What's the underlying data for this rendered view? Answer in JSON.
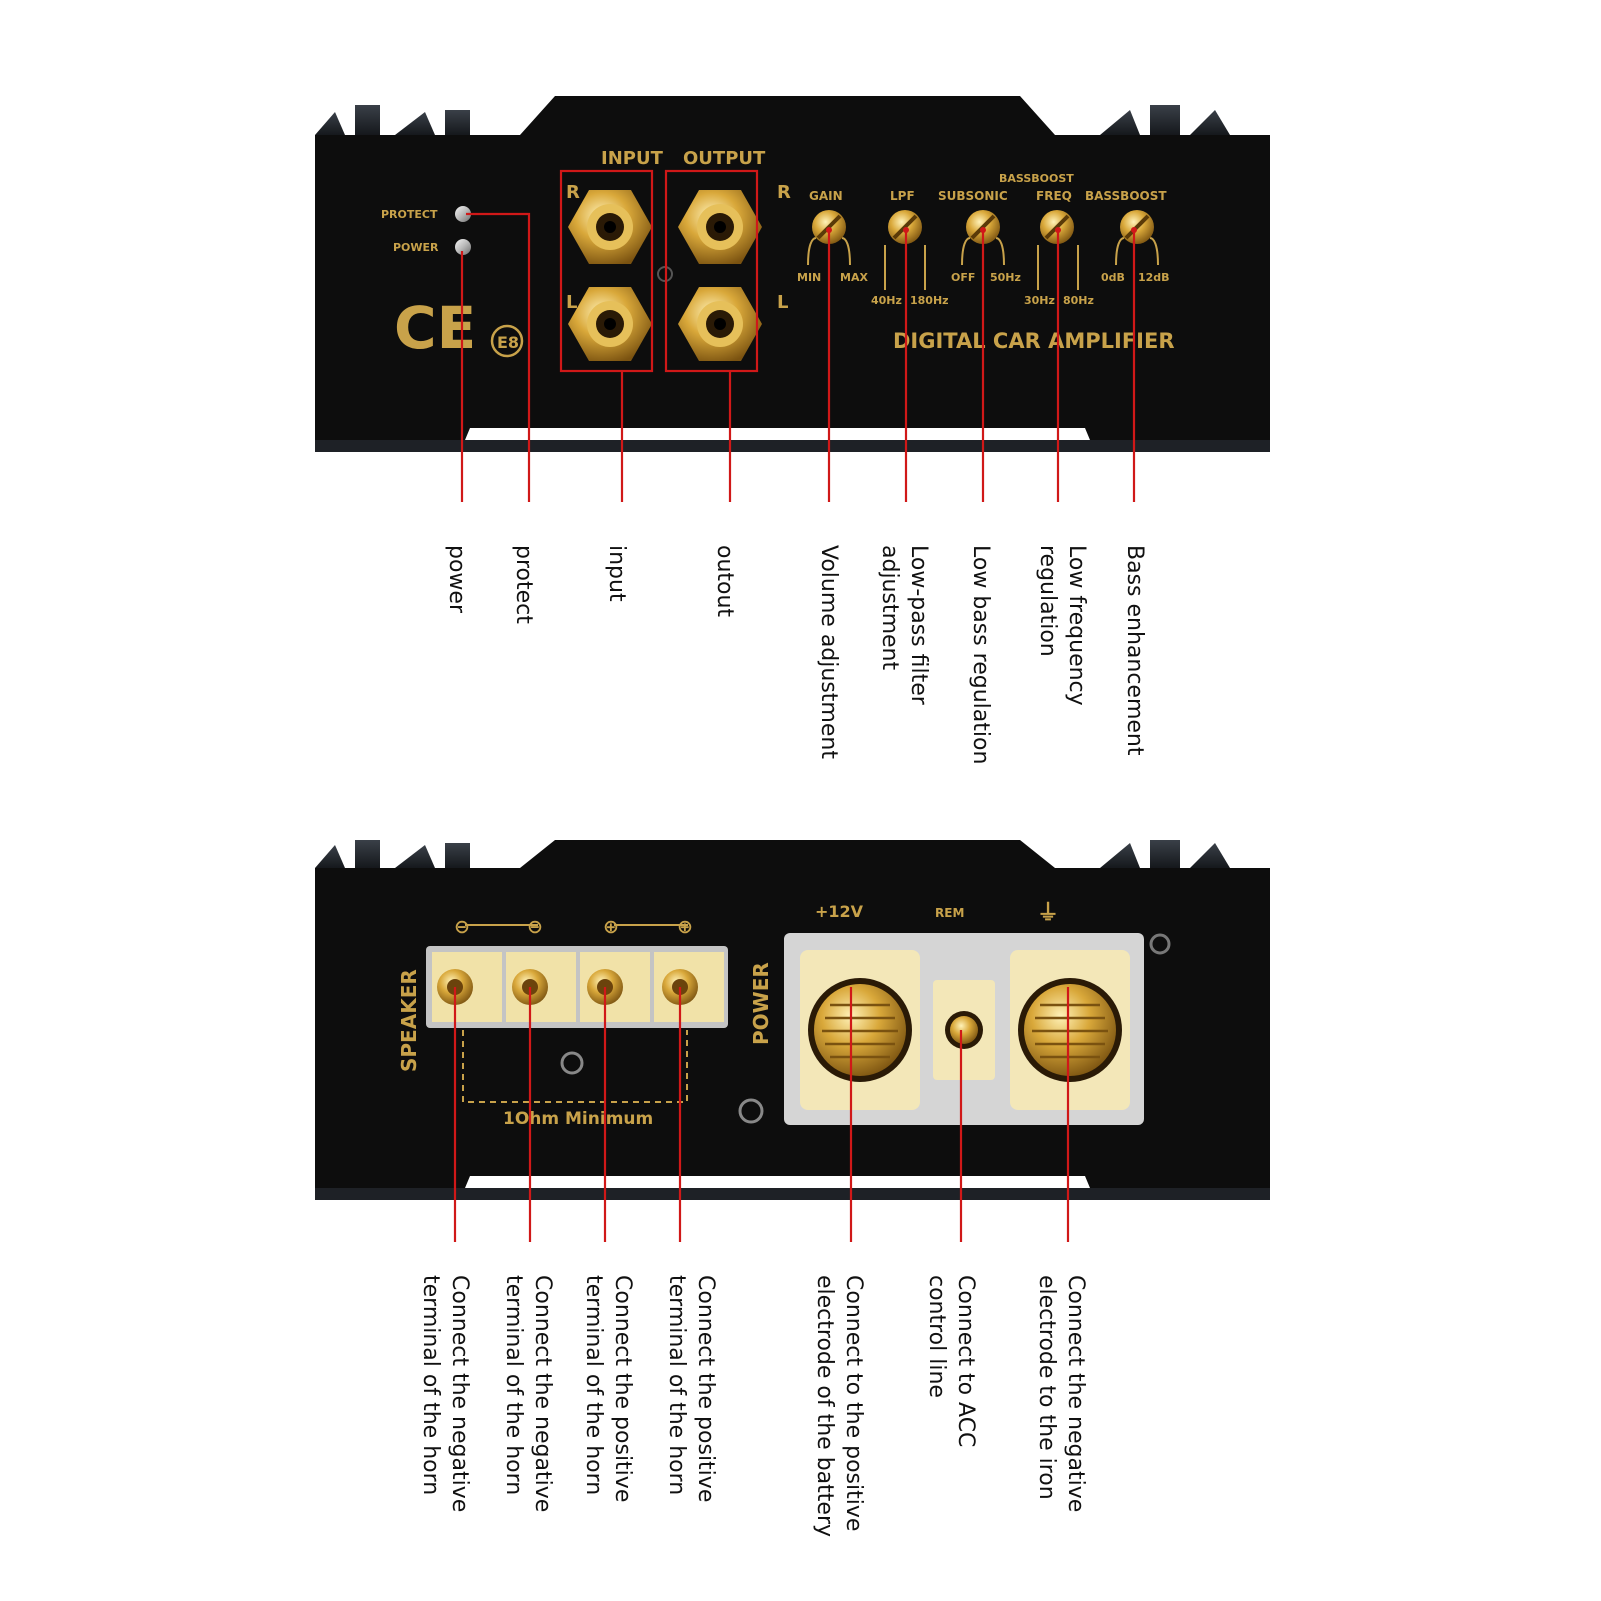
{
  "top_panel": {
    "jack_headers": [
      "INPUT",
      "OUTPUT"
    ],
    "jack_side_letters": [
      "R",
      "R",
      "L",
      "L"
    ],
    "led_labels": [
      "PROTECT",
      "POWER"
    ],
    "marks": [
      "CE",
      "E8"
    ],
    "knob_group_header": "BASSBOOST",
    "knobs": [
      {
        "label": "GAIN",
        "range": [
          "MIN",
          "MAX"
        ]
      },
      {
        "label": "LPF",
        "range": [
          "40Hz",
          "180Hz"
        ]
      },
      {
        "label": "SUBSONIC",
        "range": [
          "OFF",
          "50Hz"
        ]
      },
      {
        "label": "FREQ",
        "range": [
          "30Hz",
          "80Hz"
        ]
      },
      {
        "label": "BASSBOOST",
        "range": [
          "0dB",
          "12dB"
        ]
      }
    ],
    "product_name": "DIGITAL CAR AMPLIFIER"
  },
  "top_callouts": [
    "power",
    "protect",
    "input",
    "outout",
    "Volume adjustment",
    "Low-pass filter adjustment",
    "Low bass regulation",
    "Low frequency regulation",
    "Bass enhancement"
  ],
  "bottom_panel": {
    "speaker_label": "SPEAKER",
    "speaker_polarity": [
      "⊖",
      "⊖",
      "⊕",
      "⊕"
    ],
    "impedance_note": "1Ohm Minimum",
    "power_label": "POWER",
    "power_terminals": [
      "+12V",
      "REM",
      "⏚"
    ]
  },
  "bottom_callouts": [
    "Connect the negative terminal of the horn",
    "Connect the negative terminal of the horn",
    "Connect the positive terminal of the horn",
    "Connect the positive terminal of the horn",
    "Connect to the positive electrode of the battery",
    "Connect to ACC control line",
    "Connect the negative electrode to the iron"
  ],
  "colors": {
    "leader_line": "#d01818",
    "gold": "#c8a24a",
    "chassis": "#0c0c0c",
    "fins": "#1b1e22"
  }
}
